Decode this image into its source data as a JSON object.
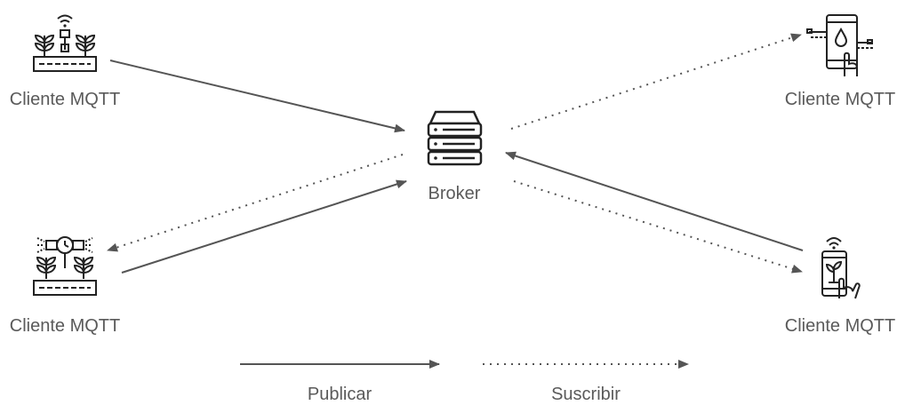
{
  "nodes": {
    "client_top_left": {
      "label": "Cliente MQTT",
      "icon": "smart-farm-sensor-icon"
    },
    "client_bottom_left": {
      "label": "Cliente MQTT",
      "icon": "irrigation-valve-icon"
    },
    "client_top_right": {
      "label": "Cliente MQTT",
      "icon": "smartphone-water-icon"
    },
    "client_bottom_right": {
      "label": "Cliente MQTT",
      "icon": "smartphone-plant-icon"
    },
    "broker": {
      "label": "Broker",
      "icon": "server-stack-icon"
    }
  },
  "legend": {
    "publish": "Publicar",
    "subscribe": "Suscribir"
  },
  "colors": {
    "stroke": "#555555",
    "text": "#5a5a5a"
  }
}
